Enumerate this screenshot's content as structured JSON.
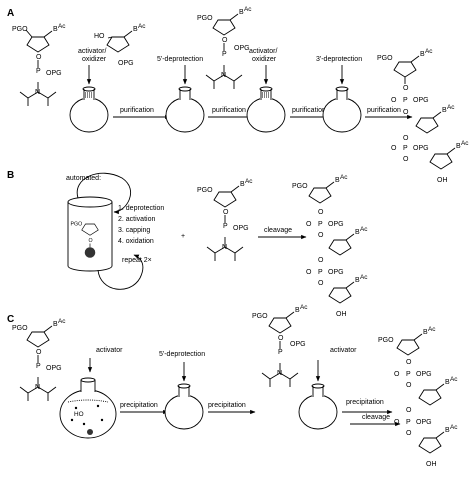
{
  "panels": {
    "a": {
      "label": "A",
      "reagent_labels": [
        "activator/\noxidizer",
        "5'-deprotection",
        "activator/\noxidizer",
        "3'-deprotection"
      ],
      "step_labels": [
        "purification",
        "purification",
        "purification",
        "purification"
      ]
    },
    "b": {
      "label": "B",
      "automated": "automated:",
      "steps": [
        "1. deprotection",
        "2. activation",
        "3. capping",
        "4. oxidation"
      ],
      "repeat": "repeat 2×",
      "plus": "+",
      "cleavage": "cleavage"
    },
    "c": {
      "label": "C",
      "reagent_labels": [
        "activator",
        "5'-deprotection",
        "activator"
      ],
      "step_labels": [
        "precipitation",
        "precipitation",
        "precipitation",
        "cleavage"
      ]
    }
  },
  "chem": {
    "PGO": "PGO",
    "OPG": "OPG",
    "HO": "HO",
    "OH": "OH",
    "O": "O",
    "P": "P",
    "N": "N",
    "B": "B",
    "Ac": "Ac"
  }
}
